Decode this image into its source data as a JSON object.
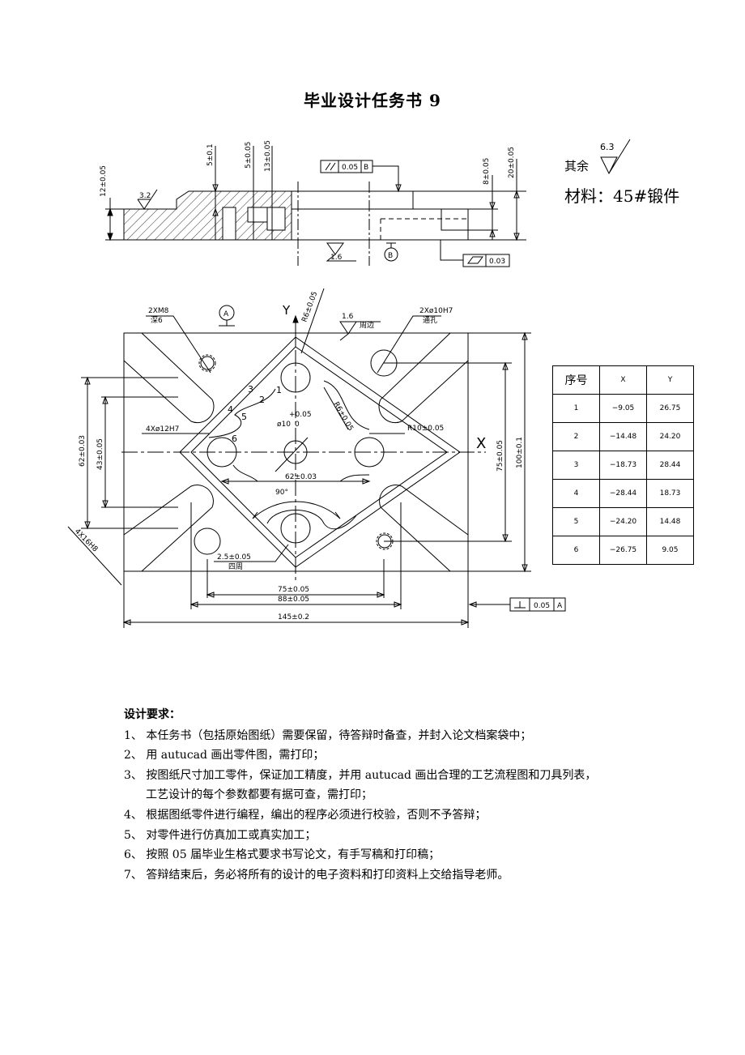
{
  "title": "毕业设计任务书 9",
  "side_notes": {
    "rest_label": "其余",
    "rest_roughness": "6.3",
    "material": "材料：45#锻件"
  },
  "section_view": {
    "dims": {
      "d12": "12±0.05",
      "d5a": "5±0.1",
      "d5b": "5±0.05",
      "d13": "13±0.05",
      "d8": "8±0.05",
      "d20": "20±0.05"
    },
    "roughness_32": "3.2",
    "roughness_16": "1.6",
    "parallel_tol": "0.05",
    "parallel_datum": "B",
    "datum_b": "B",
    "flatness_tol": "0.03"
  },
  "plan_view": {
    "y_axis": "Y",
    "x_axis": "X",
    "r6_top": "R6±0.05",
    "r6_mid": "R6±0.05",
    "roughness_16": "1.6",
    "roughness_note": "周边",
    "m8_holes": "2XM8",
    "m8_depth": "深6",
    "h7_holes": "2Xø10H7",
    "h7_note": "通孔",
    "datum_a": "A",
    "h12_holes": "4Xø12H7",
    "center_hole": "ø10",
    "center_tol_up": "+0.05",
    "center_tol_low": "0",
    "r10": "R10±0.05",
    "d62h": "62±0.03",
    "angle": "90°",
    "depth_25": "2.5±0.05",
    "depth_note": "四周",
    "h16": "4X16H8",
    "d75w": "75±0.05",
    "d88": "88±0.05",
    "d145": "145±0.2",
    "d62v": "62±0.03",
    "d43": "43±0.05",
    "d75v": "75±0.05",
    "d100": "100±0.1",
    "perp_tol": "0.05",
    "perp_datum": "A",
    "pts": [
      "1",
      "2",
      "3",
      "4",
      "5",
      "6"
    ]
  },
  "coord_table": {
    "headers": [
      "序号",
      "X",
      "Y"
    ],
    "rows": [
      [
        "1",
        "−9.05",
        "26.75"
      ],
      [
        "2",
        "−14.48",
        "24.20"
      ],
      [
        "3",
        "−18.73",
        "28.44"
      ],
      [
        "4",
        "−28.44",
        "18.73"
      ],
      [
        "5",
        "−24.20",
        "14.48"
      ],
      [
        "6",
        "−26.75",
        "9.05"
      ]
    ]
  },
  "requirements": {
    "title": "设计要求：",
    "items": [
      "1、 本任务书（包括原始图纸）需要保留，待答辩时备查，并封入论文档案袋中；",
      "2、 用 autucad 画出零件图，需打印；",
      "3、 按图纸尺寸加工零件，保证加工精度，并用 autucad 画出合理的工艺流程图和刀具列表，",
      "工艺设计的每个参数都要有据可查，需打印；",
      "4、 根据图纸零件进行编程，编出的程序必须进行校验，否则不予答辩；",
      "5、 对零件进行仿真加工或真实加工；",
      "6、 按照 05 届毕业生格式要求书写论文，有手写稿和打印稿；",
      "7、 答辩结束后，务必将所有的设计的电子资料和打印资料上交给指导老师。"
    ]
  }
}
